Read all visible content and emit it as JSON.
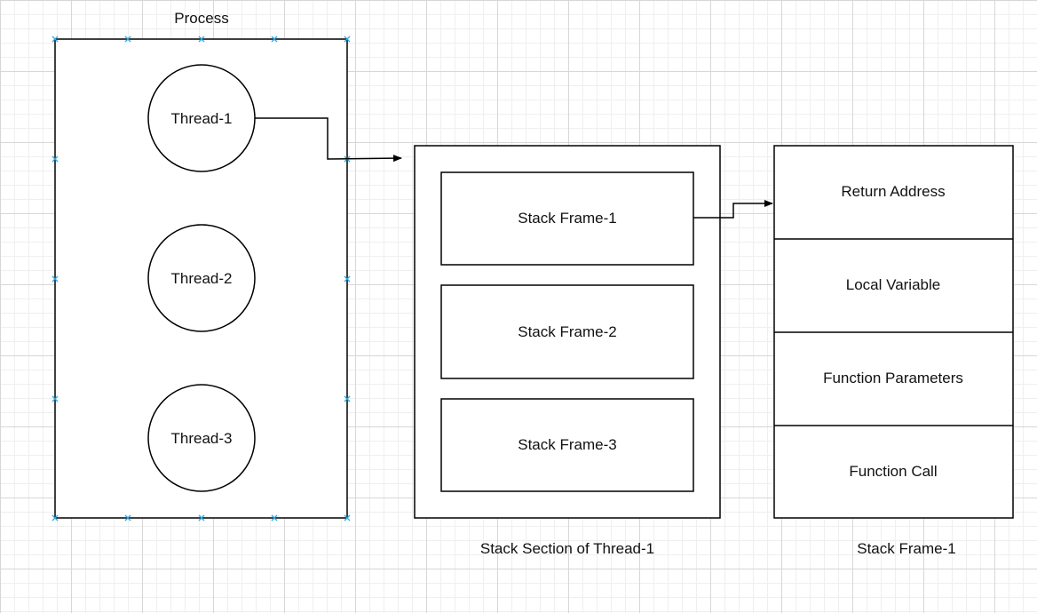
{
  "process": {
    "title": "Process",
    "threads": [
      {
        "label": "Thread-1"
      },
      {
        "label": "Thread-2"
      },
      {
        "label": "Thread-3"
      }
    ]
  },
  "stack_section": {
    "caption": "Stack Section of Thread-1",
    "frames": [
      {
        "label": "Stack Frame-1"
      },
      {
        "label": "Stack Frame-2"
      },
      {
        "label": "Stack Frame-3"
      }
    ]
  },
  "stack_frame": {
    "caption": "Stack Frame-1",
    "rows": [
      {
        "label": "Return Address"
      },
      {
        "label": "Local Variable"
      },
      {
        "label": "Function Parameters"
      },
      {
        "label": "Function Call"
      }
    ]
  },
  "colors": {
    "line": "#000000",
    "selection_handle": "#29a8e0",
    "grid": "#d7d7d7"
  }
}
